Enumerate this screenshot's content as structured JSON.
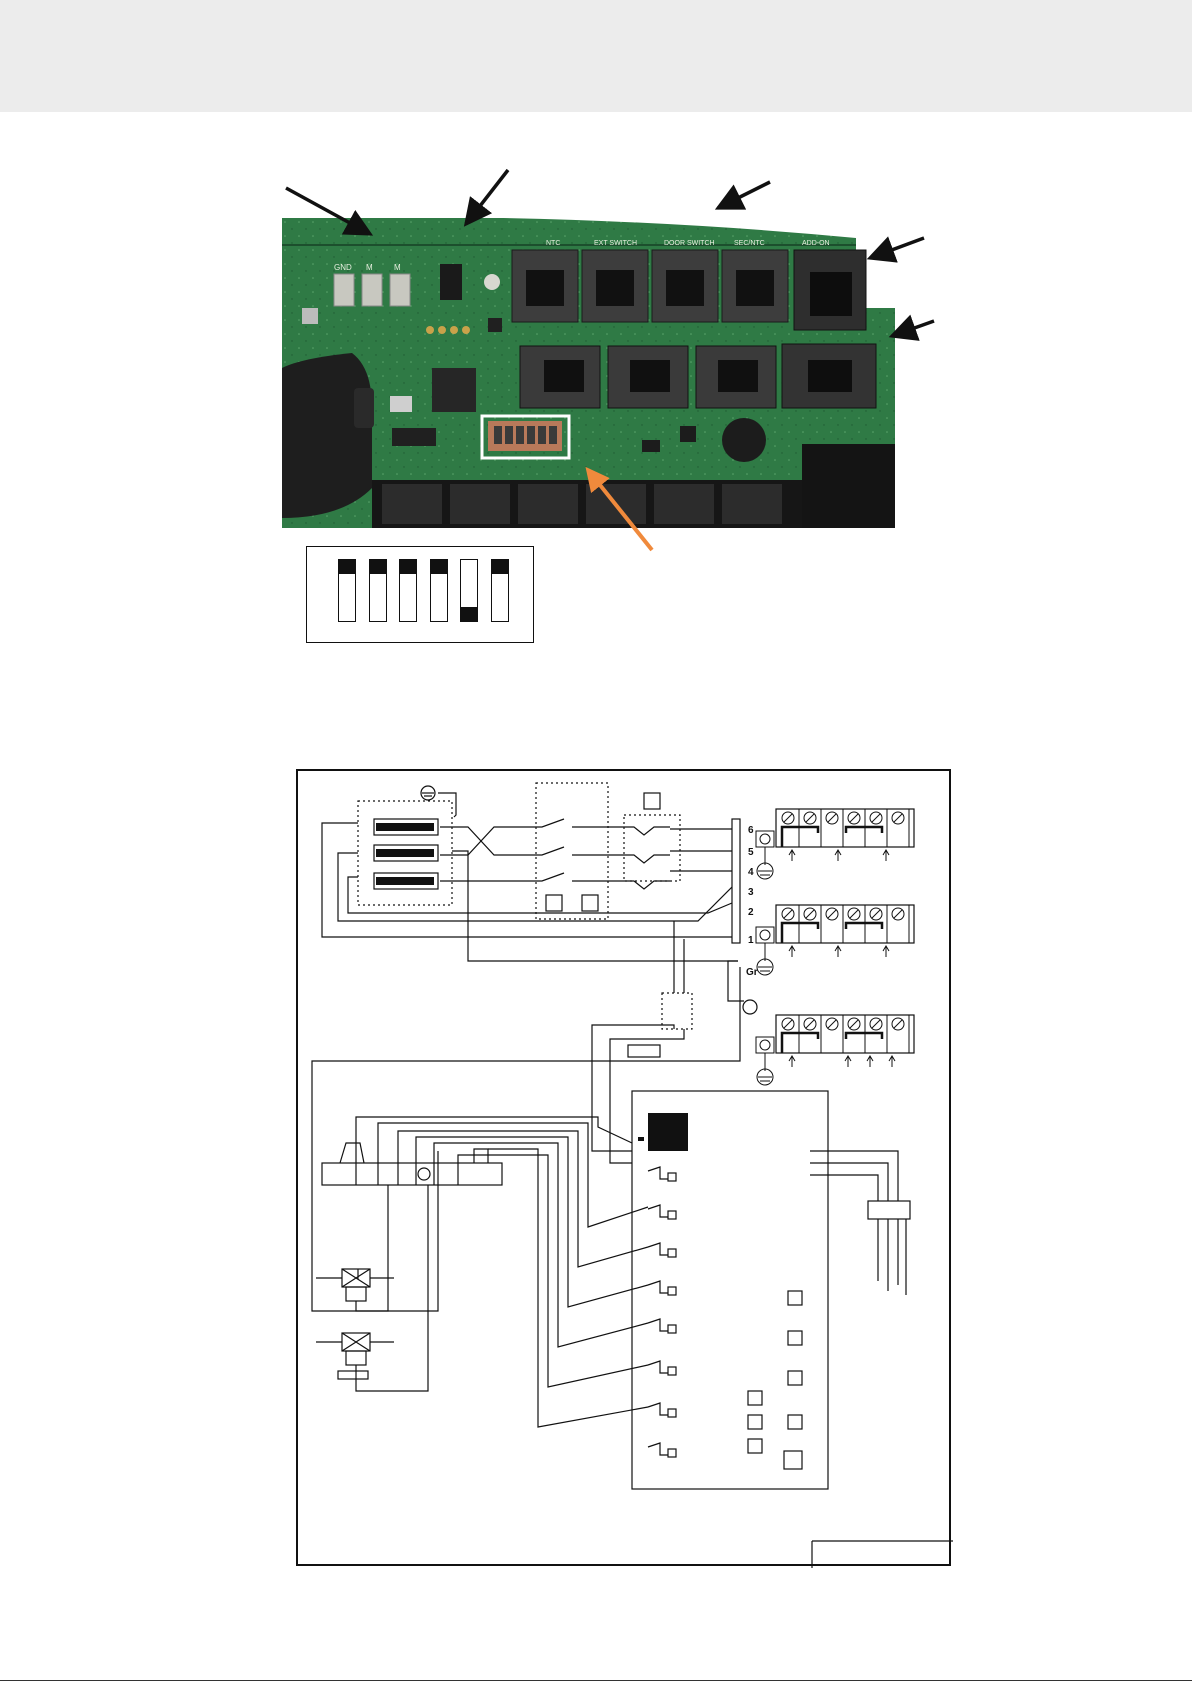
{
  "pcb_photo": {
    "connector_labels": [
      "NTC",
      "EXT SWITCH",
      "DOOR SWITCH",
      "SEC/NTC",
      "ADD-ON"
    ],
    "pin_labels": [
      "GND",
      "M",
      "M"
    ]
  },
  "dip_switch": {
    "positions": [
      "up",
      "up",
      "up",
      "up",
      "down",
      "up"
    ]
  },
  "wiring_diagram": {
    "terminal_labels": [
      "6",
      "5",
      "4",
      "3",
      "2",
      "1",
      "Gr"
    ]
  },
  "colors": {
    "header_band": "#ececec",
    "pcb_green": "#2f7a45",
    "highlight_arrow": "#f08a3c"
  }
}
